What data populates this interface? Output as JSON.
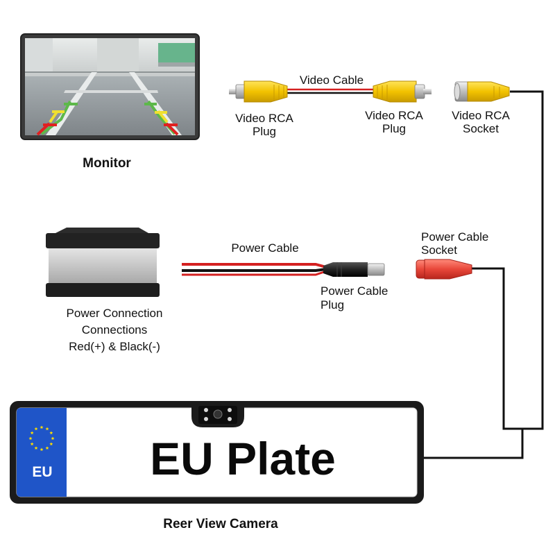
{
  "monitor": {
    "label": "Monitor"
  },
  "video": {
    "cable_label": "Video Cable",
    "plug_left": [
      "Video RCA",
      "Plug"
    ],
    "plug_right": [
      "Video RCA",
      "Plug"
    ],
    "socket": [
      "Video RCA",
      "Socket"
    ]
  },
  "power": {
    "cable_label": "Power Cable",
    "plug": [
      "Power Cable",
      "Plug"
    ],
    "socket": [
      "Power Cable",
      "Socket"
    ],
    "connection": [
      "Power Connection",
      "Connections",
      "Red(+) & Black(-)"
    ]
  },
  "plate": {
    "text": "EU Plate",
    "badge": "EU"
  },
  "camera": {
    "label": "Reer View Camera"
  },
  "colors": {
    "rca_yellow": "#f2c200",
    "power_red": "#d42020",
    "eu_blue": "#1f55c8",
    "star_yellow": "#ffdd00",
    "wire_black": "#111111"
  }
}
